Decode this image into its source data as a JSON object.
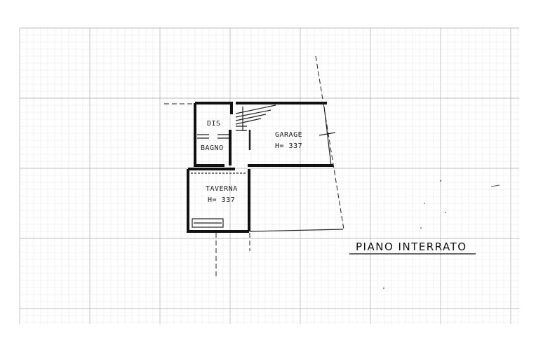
{
  "plan": {
    "title": "PIANO INTERRATO",
    "rooms": {
      "dis": "DIS",
      "bagno": "BAGNO",
      "garage": "GARAGE",
      "garage_height": "H= 337",
      "taverna": "TAVERNA",
      "taverna_height": "H= 337"
    }
  },
  "colors": {
    "grid_major": "#bdbdbd",
    "grid_minor": "#e2e2e2",
    "wall": "#111111",
    "paper": "#ffffff"
  }
}
